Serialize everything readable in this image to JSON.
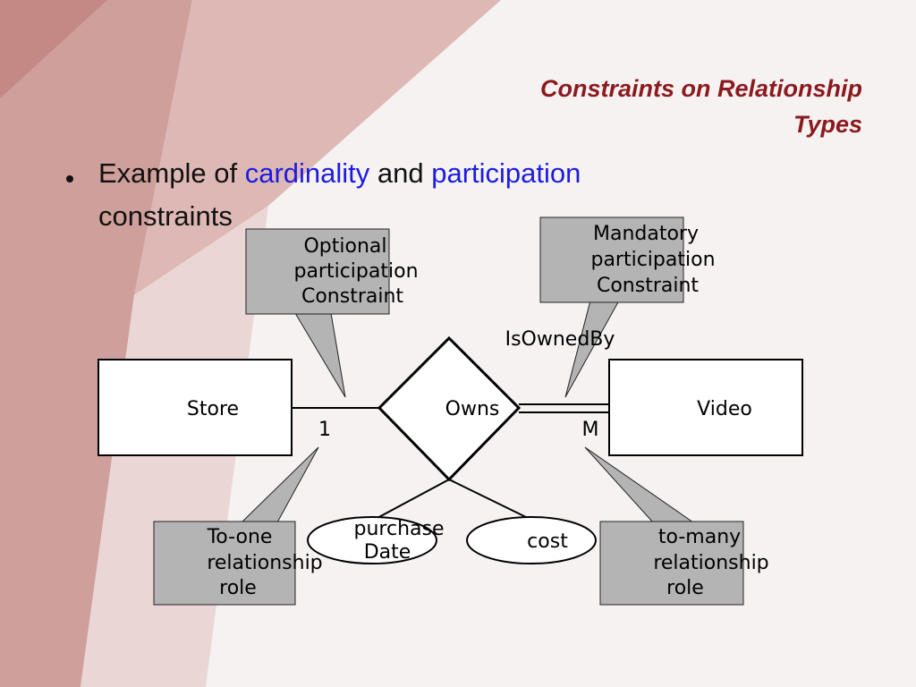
{
  "slide": {
    "title_line1": "Constraints on Relationship",
    "title_line2": "Types",
    "bullet": {
      "prefix": "Example of ",
      "term1": "cardinality",
      "middle": " and ",
      "term2": "participation",
      "line2": "constraints"
    }
  },
  "diagram": {
    "entity_left": "Store",
    "entity_right": "Video",
    "relationship": "Owns",
    "inverse_name": "IsOwnedBy",
    "cardinality_left": "1",
    "cardinality_right": "M",
    "attribute1_line1": "purchase",
    "attribute1_line2": "Date",
    "attribute2": "cost",
    "callout_optional": [
      "Optional",
      "participation",
      "Constraint"
    ],
    "callout_mandatory": [
      "Mandatory",
      "participation",
      "Constraint"
    ],
    "callout_to_one": [
      "To-one",
      "relationship",
      "role"
    ],
    "callout_to_many": [
      "to-many",
      "relationship",
      "role"
    ]
  },
  "colors": {
    "title": "#8b1a1f",
    "highlight": "#1c1ce0",
    "callout_fill": "#b4b4b4",
    "background_accent": "#c47a76"
  }
}
